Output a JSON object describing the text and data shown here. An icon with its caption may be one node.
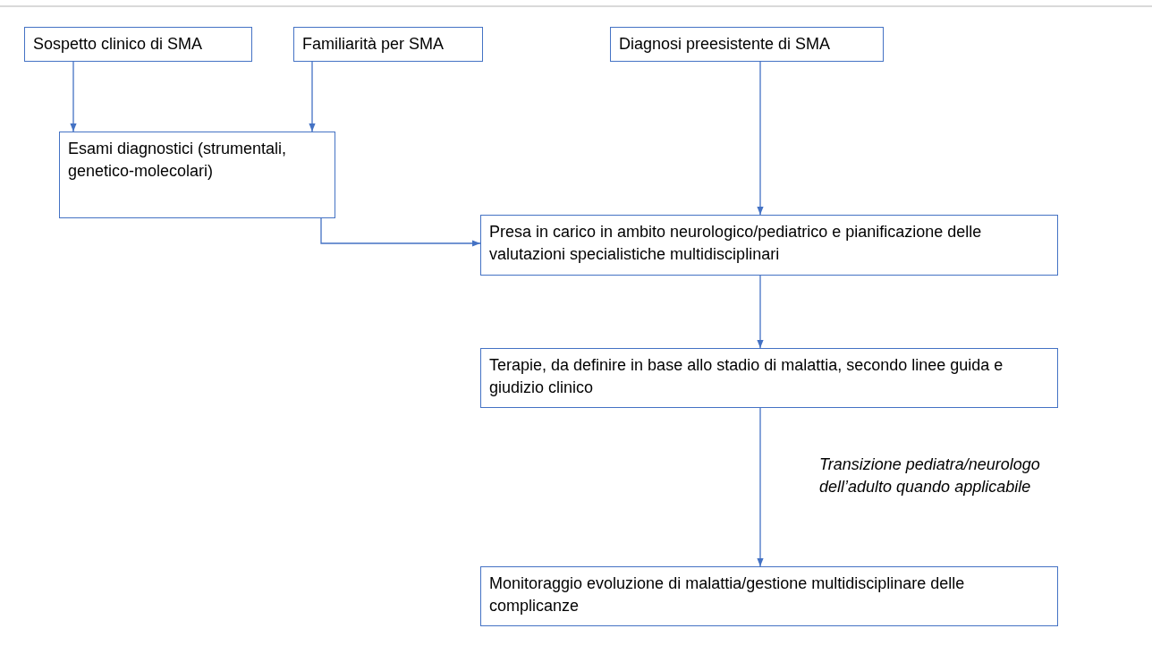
{
  "diagram": {
    "nodes": [
      {
        "text": [
          "Sospetto clinico di SMA"
        ]
      },
      {
        "text": [
          "Familiarità per SMA"
        ]
      },
      {
        "text": [
          "Diagnosi preesistente di SMA"
        ]
      },
      {
        "text": [
          "Esami diagnostici (strumentali, genetico-molecolari)"
        ]
      },
      {
        "text": [
          "Presa in carico in ambito neurologico/pediatrico e pianificazione delle valutazioni specialistiche multidisciplinari"
        ]
      },
      {
        "text": [
          "Terapie, da definire in base allo stadio di malattia, secondo linee guida e giudizio clinico"
        ]
      },
      {
        "text": [
          "Monitoraggio evoluzione di malattia/gestione multidisciplinare delle complicanze"
        ]
      }
    ],
    "edges": [
      {
        "from": 0,
        "to": 3,
        "arrow": "to"
      },
      {
        "from": 1,
        "to": 3,
        "arrow": "to"
      },
      {
        "from": 2,
        "to": 4,
        "arrow": "to"
      },
      {
        "from": 3,
        "to": 4,
        "arrow": "to"
      },
      {
        "from": 4,
        "to": 5,
        "arrow": "to"
      },
      {
        "from": 5,
        "to": 6,
        "arrow": "to",
        "label": "Transizione pediatra/neurologo dell’adulto quando applicabile"
      }
    ]
  }
}
